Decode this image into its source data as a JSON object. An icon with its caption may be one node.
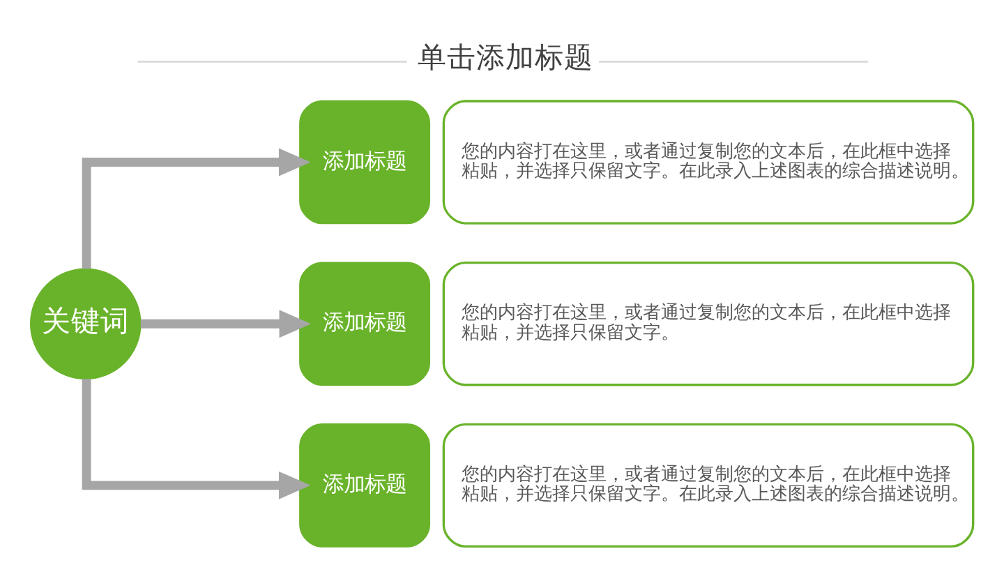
{
  "diagram": {
    "title": "单击添加标题",
    "nodes": [
      {
        "text": [
          "关键词"
        ]
      },
      {
        "text": [
          "添加标题"
        ]
      },
      {
        "text": [
          "您的内容打在这里，或者通过复制您的文本后，在此框中选择粘贴，并选择只保留文字。在此录入上述图表的综合描述说明。"
        ]
      },
      {
        "text": [
          "添加标题"
        ]
      },
      {
        "text": [
          "您的内容打在这里，或者通过复制您的文本后，在此框中选择粘贴，并选择只保留文字。"
        ]
      },
      {
        "text": [
          "添加标题"
        ]
      },
      {
        "text": [
          "您的内容打在这里，或者通过复制您的文本后，在此框中选择粘贴，并选择只保留文字。在此录入上述图表的综合描述说明。"
        ]
      }
    ],
    "edges": [
      {
        "from": 0,
        "to": 1,
        "arrow": "to"
      },
      {
        "from": 0,
        "to": 3,
        "arrow": "to"
      },
      {
        "from": 0,
        "to": 5,
        "arrow": "to"
      }
    ]
  }
}
